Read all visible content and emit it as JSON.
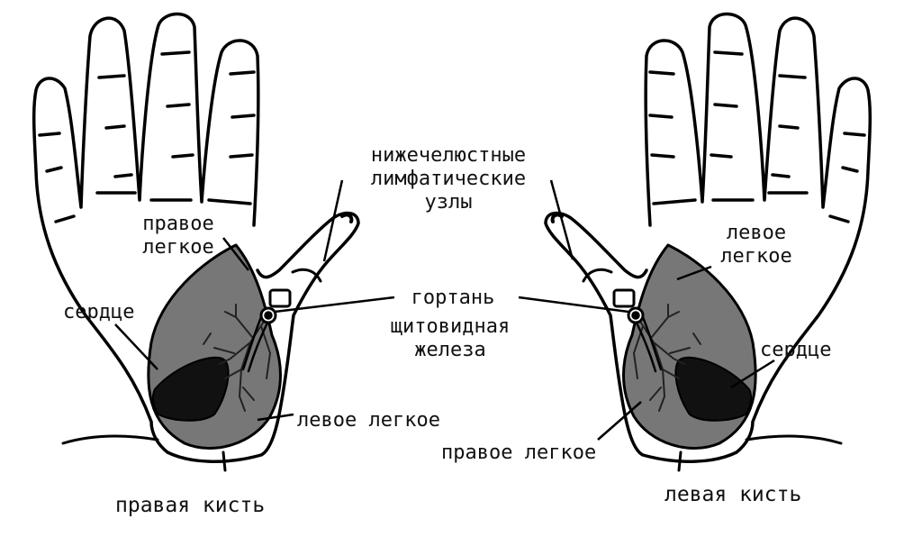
{
  "colors": {
    "outline": "#000000",
    "lung_fill": "#777777",
    "heart_fill": "#111111",
    "background": "#ffffff"
  },
  "labels": {
    "right_hand": {
      "caption": "правая кисть",
      "right_lung_line1": "правое",
      "right_lung_line2": "легкое",
      "heart": "сердце",
      "left_lung": "левое легкое"
    },
    "left_hand": {
      "caption": "левая кисть",
      "left_lung_line1": "левое",
      "left_lung_line2": "легкое",
      "heart": "сердце",
      "right_lung": "правое легкое"
    },
    "center": {
      "lymph_line1": "нижечелюстные",
      "lymph_line2": "лимфатические",
      "lymph_line3": "узлы",
      "larynx": "гортань",
      "thyroid_line1": "щитовидная",
      "thyroid_line2": "железа"
    }
  }
}
